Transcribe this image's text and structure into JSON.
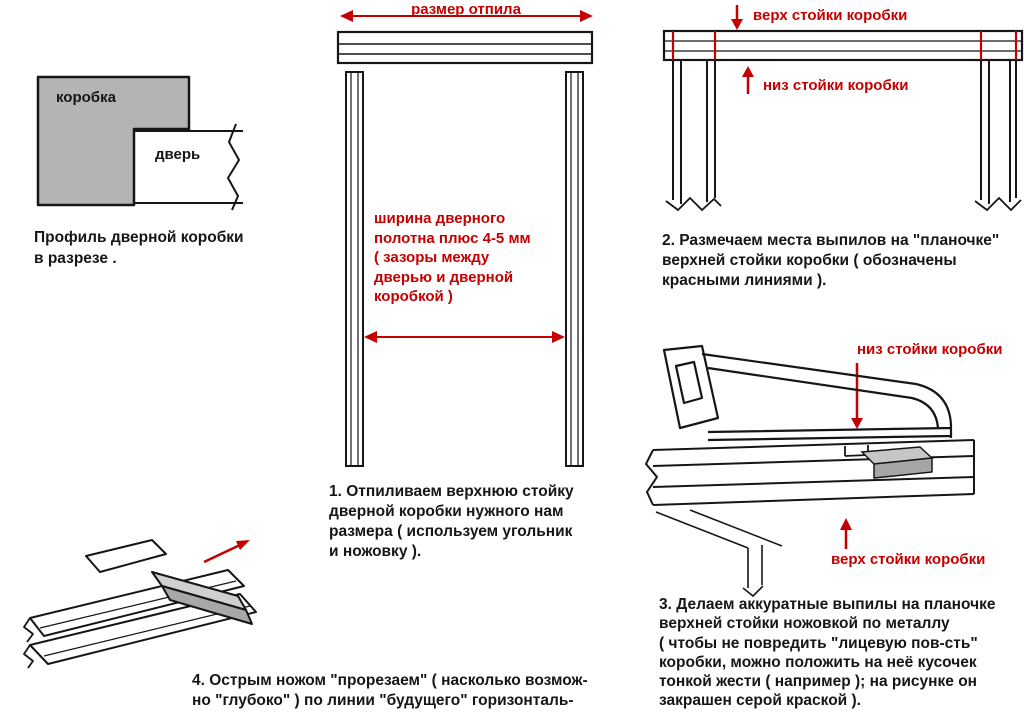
{
  "colors": {
    "accent_red": "#c40000",
    "ink": "#161616",
    "frame_gray": "#b4b4b4",
    "tin_gray": "#bdbdbd"
  },
  "profile": {
    "box_label": "коробка",
    "door_label": "дверь",
    "caption": "Профиль дверной коробки\nв разрезе ."
  },
  "step1": {
    "dimension_label": "размер отпила",
    "width_note": "ширина дверного\nполотна плюс 4-5 мм\n( зазоры между\nдверью и дверной\nкоробкой )",
    "caption": "1. Отпиливаем верхнюю стойку\nдверной коробки нужного нам\nразмера ( используем угольник\nи ножовку )."
  },
  "step2": {
    "top_edge_label": "верх стойки коробки",
    "bottom_edge_label": "низ стойки коробки",
    "caption": "2. Размечаем места выпилов на \"планочке\"\nверхней стойки коробки ( обозначены\nкрасными линиями )."
  },
  "step3": {
    "bottom_edge_label": "низ стойки коробки",
    "top_edge_label": "верх стойки коробки",
    "caption": "3. Делаем аккуратные выпилы на планочке\nверхней стойки ножовкой по металлу\n( чтобы не повредить \"лицевую пов-сть\"\nкоробки, можно положить на неё кусочек\nтонкой жести ( например ); на рисунке он\nзакрашен серой краской )."
  },
  "step4": {
    "caption": "4. Острым ножом \"прорезаем\" ( насколько возмож-\nно \"глубоко\" ) по линии \"будущего\" горизонталь-"
  }
}
